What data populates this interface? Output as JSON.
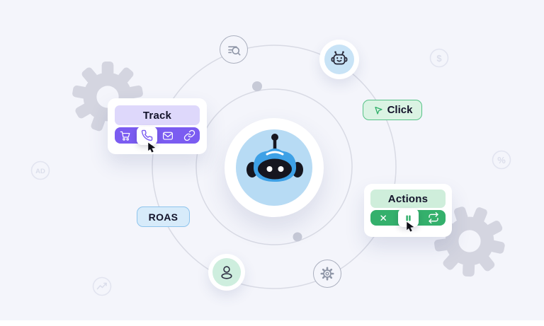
{
  "bg_color": "#f4f5fb",
  "track_card": {
    "title": "Track",
    "tools": [
      "cart",
      "phone",
      "mail",
      "link"
    ],
    "selected_tool": "phone",
    "accent_color": "#7b5cf1",
    "header_color": "#ded8fb"
  },
  "actions_card": {
    "title": "Actions",
    "tools": [
      "close",
      "pause",
      "repeat"
    ],
    "selected_tool": "pause",
    "accent_color": "#34b06c",
    "header_color": "#cfeedb"
  },
  "click_badge": {
    "label": "Click",
    "bg_color": "#daf3e3",
    "border_color": "#56c287",
    "icon": "cursor-click-icon"
  },
  "roas_badge": {
    "label": "ROAS",
    "bg_color": "#d7ebfa",
    "border_color": "#8ec4ed"
  },
  "orbit_chips": [
    "search-list-icon",
    "bot-face-icon",
    "user-icon",
    "settings-gear-icon"
  ],
  "faint_marks": {
    "ad_label": "AD",
    "dollar_glyph": "$",
    "percent_glyph": "%",
    "trend_icon": "trend-up-icon"
  },
  "colors": {
    "orbit": "#d8dae4",
    "orbit_dot": "#c7cad7",
    "gear_fill": "#d4d5e0",
    "robot_blue": "#3ea1e6",
    "robot_blue_light": "#b7dbf4",
    "mint_light": "#ceeede",
    "sky_light": "#c8e3f6",
    "ink": "#13131f"
  }
}
